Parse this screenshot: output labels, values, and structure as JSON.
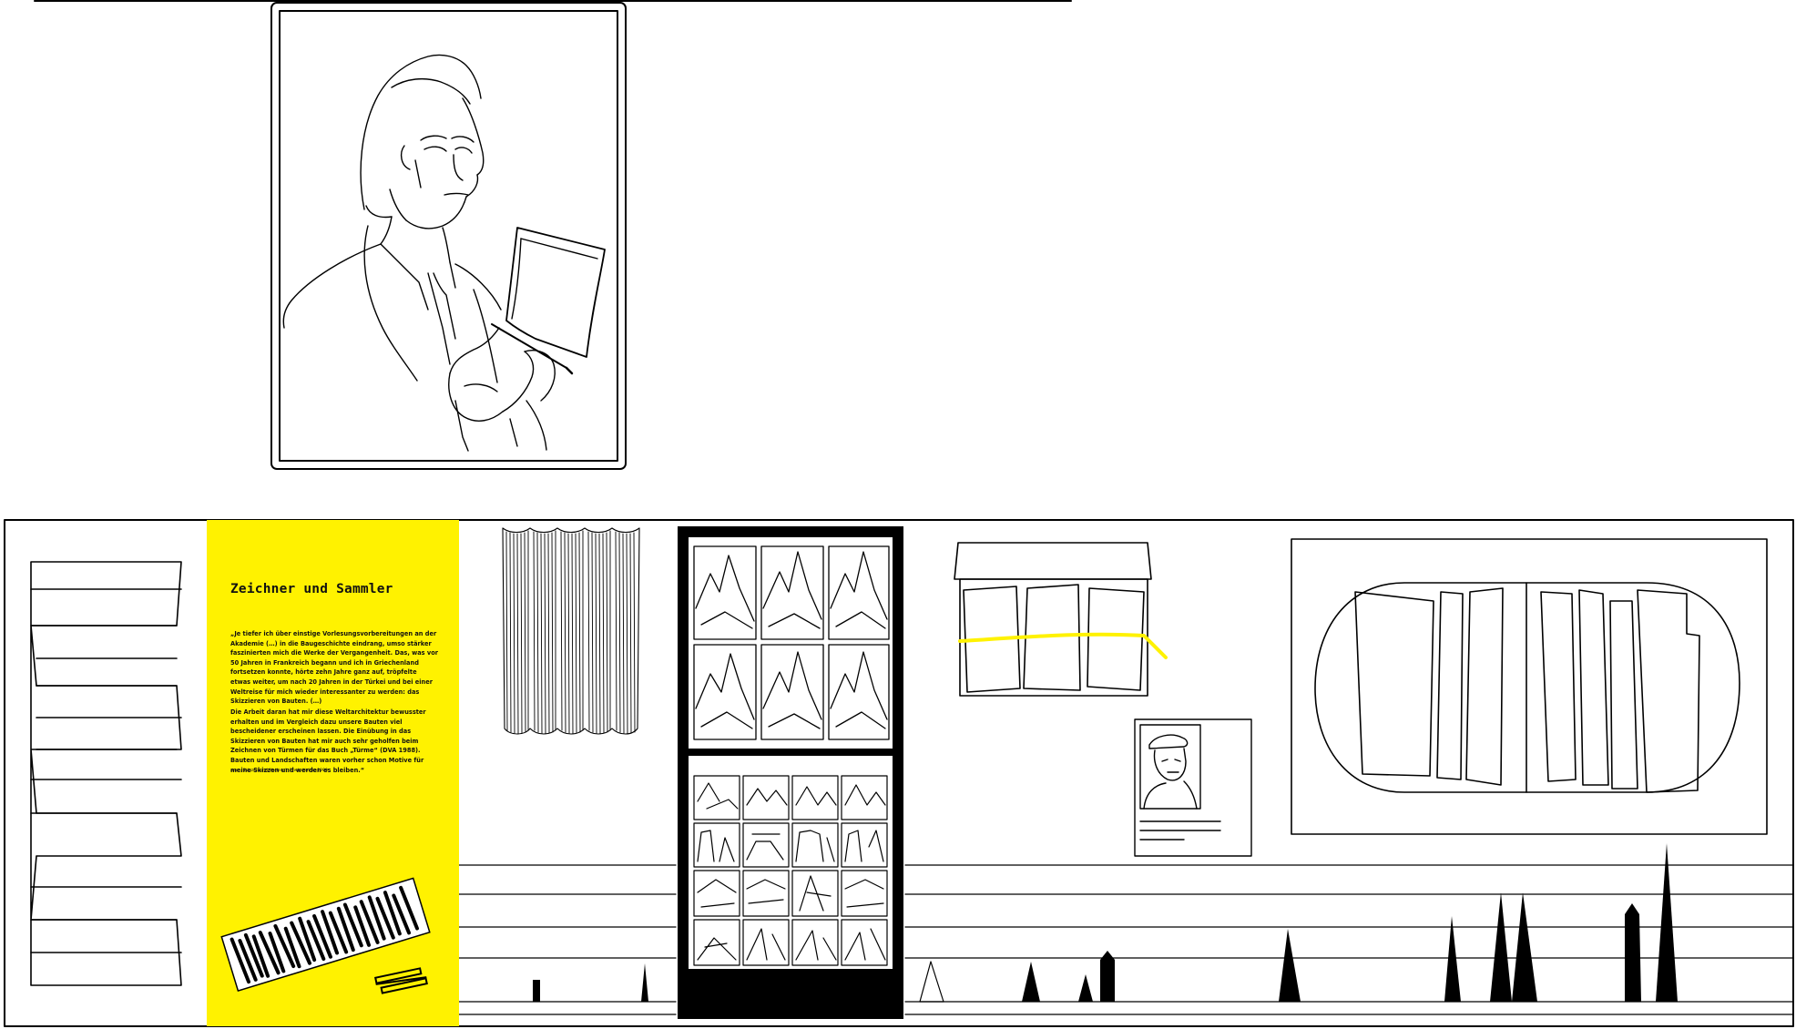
{
  "panel": {
    "title": "Zeichner und Sammler",
    "quote_1": "„Je tiefer ich über einstige Vorlesungsvorbereitungen an der Akademie (…) in die Baugeschichte eindrang, umso stärker faszinierten mich die Werke der Vergangenheit. Das, was vor 50 Jahren in Frankreich begann und ich in Griechenland fortsetzen konnte, hörte zehn Jahre ganz auf, tröpfelte etwas weiter, um nach 20 Jahren in der Türkei und bei einer Weltreise für mich wieder interessanter zu werden: das Skizzieren von Bauten. (…)",
    "quote_2": "Die Arbeit daran hat mir diese Weltarchitektur bewusster erhalten und im Vergleich dazu unsere Bauten viel bescheidener erscheinen lassen. Die Einübung in das Skizzieren von Bauten hat mir auch sehr geholfen beim Zeichnen von Türmen für das Buch „Türme“ (DVA 1988). Bauten und Landschaften waren vorher schon Motive für meine Skizzen und werden es bleiben.“",
    "source": "aus: „Skizzen und Notizen“, Erwin Heinle 1990"
  },
  "colors": {
    "background": "#ffffff",
    "ink": "#000000",
    "accent_yellow": "#fff200"
  },
  "icons": [
    "portrait-frame-icon",
    "folded-leporello-icon",
    "pencil-bundle-icon",
    "pencil-icon"
  ]
}
